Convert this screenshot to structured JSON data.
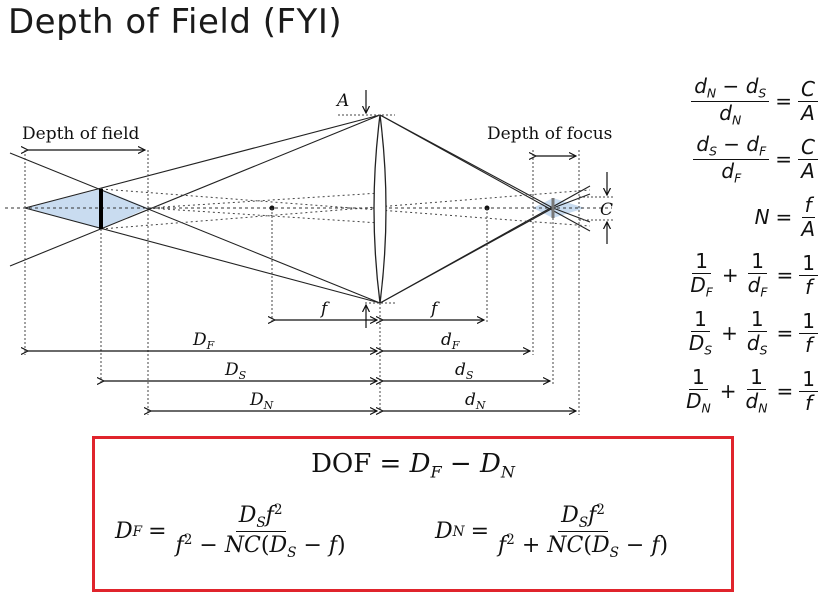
{
  "title": "Depth of Field (FYI)",
  "diagram": {
    "label_depth_of_field": "Depth of field",
    "label_depth_of_focus": "Depth of focus",
    "label_A": "A",
    "label_C": "C",
    "label_f": "f",
    "label_D": "D",
    "label_d": "d",
    "sub_F": "F",
    "sub_S": "S",
    "sub_N": "N"
  },
  "equations": {
    "eq1": {
      "num": "dN − dS",
      "den": "dN",
      "rhs_num": "C",
      "rhs_den": "A"
    },
    "eq2": {
      "num": "dS − dF",
      "den": "dF",
      "rhs_num": "C",
      "rhs_den": "A"
    },
    "eq3": {
      "lhs": "N",
      "rhs_num": "f",
      "rhs_den": "A"
    },
    "eq4": {
      "a_den": "DF",
      "b_den": "dF"
    },
    "eq5": {
      "a_den": "DS",
      "b_den": "dS"
    },
    "eq6": {
      "a_den": "DN",
      "b_den": "dN"
    }
  },
  "box": {
    "dof": "DOF = DF − DN",
    "df_lhs": "DF",
    "dn_lhs": "DN",
    "df_num": "DS f²",
    "df_den": "f² − NC(DS − f)",
    "dn_num": "DS f²",
    "dn_den": "f² + NC(DS − f)"
  },
  "colors": {
    "highlight_box": "#e0242c",
    "cone_fill": "#c9dcf0"
  }
}
